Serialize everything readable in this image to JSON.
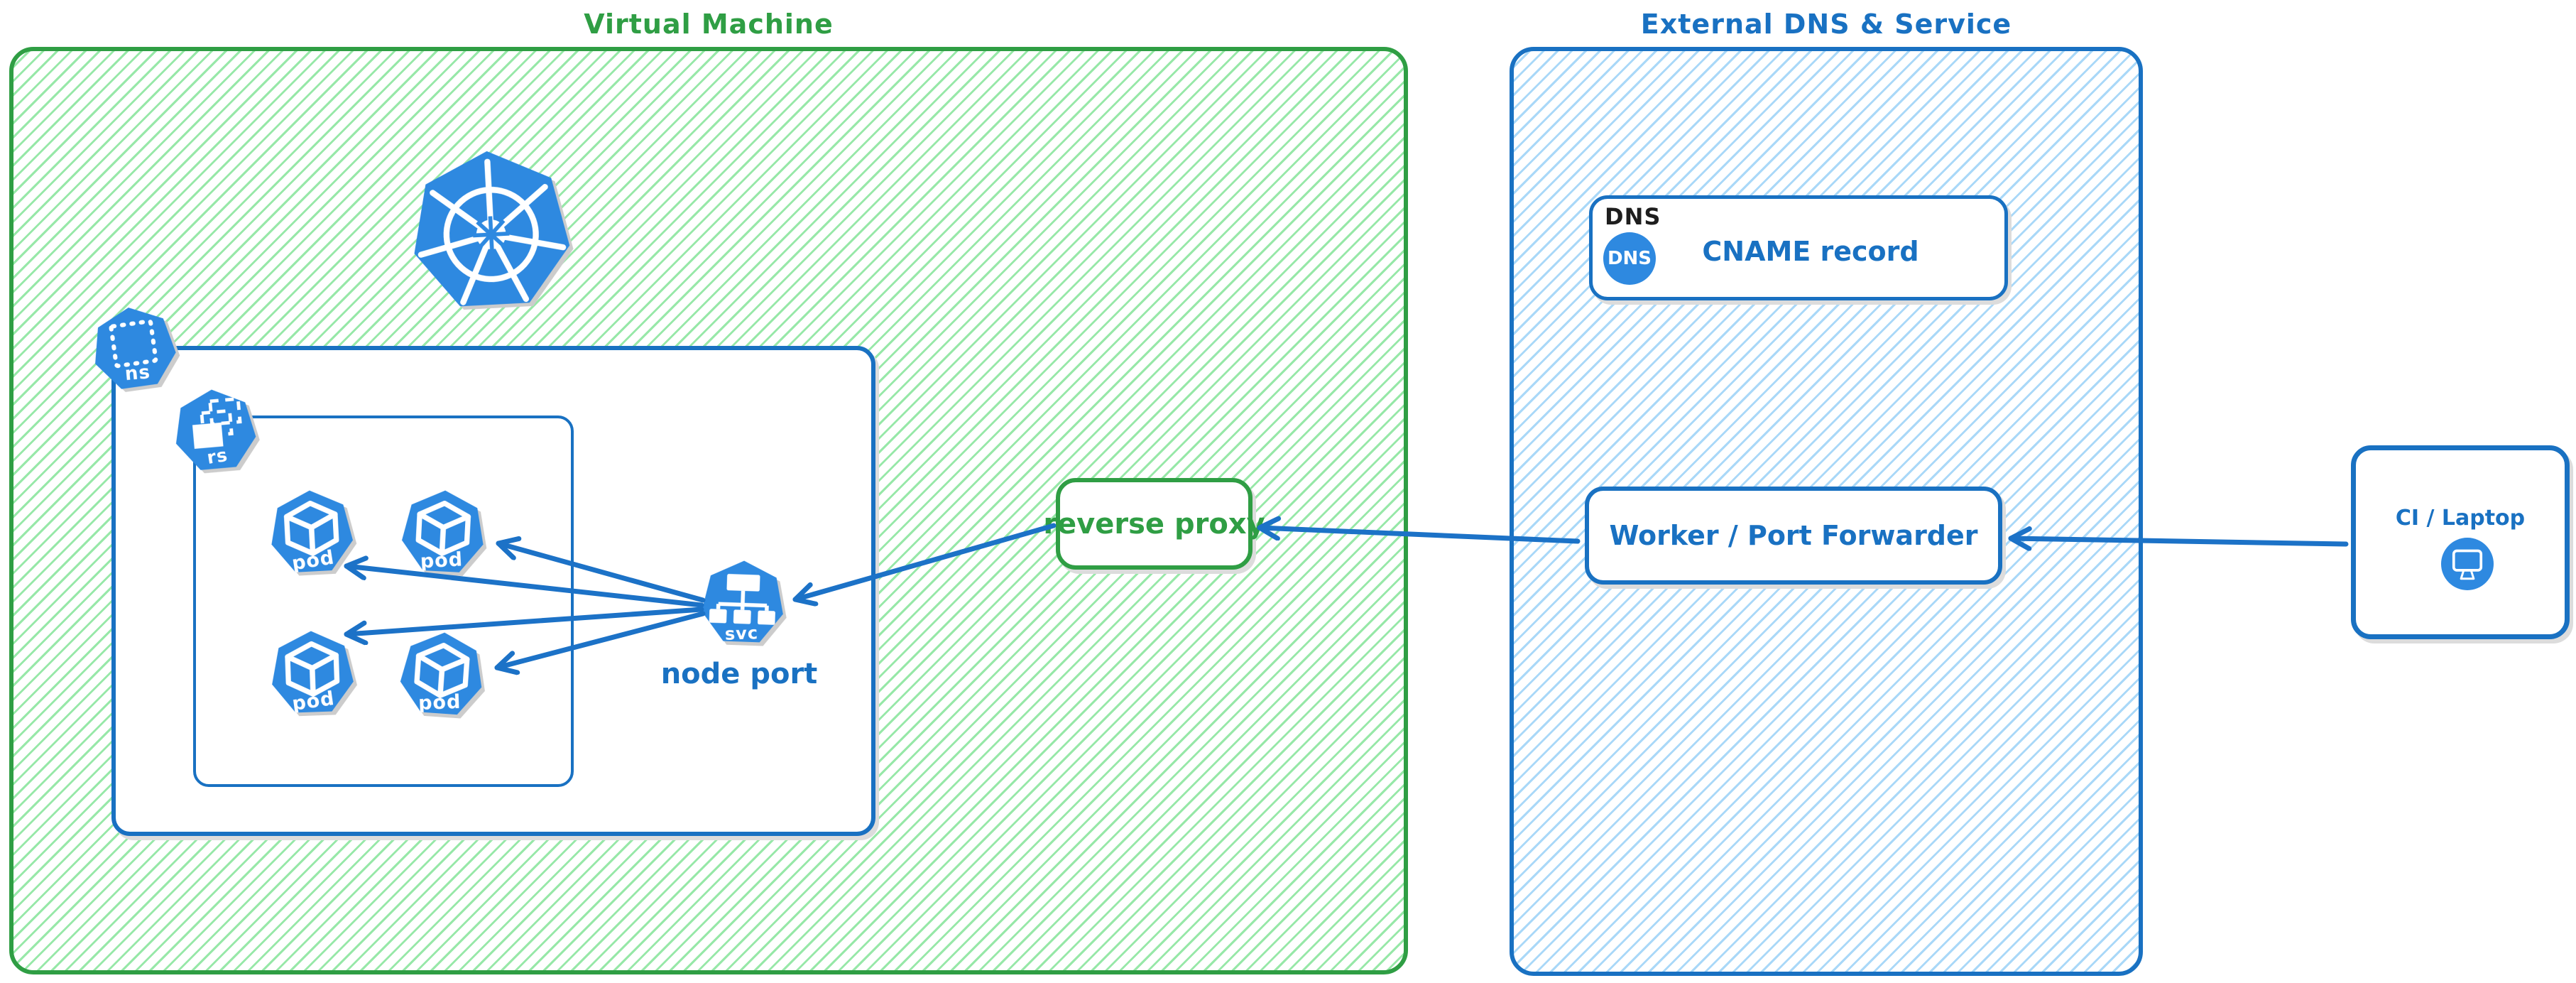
{
  "diagram": {
    "vm": {
      "title": "Virtual Machine",
      "namespace_icon_label": "ns",
      "replicaset_icon_label": "rs",
      "service_icon_label": "svc",
      "service_caption": "node port",
      "pods": [
        {
          "label": "pod"
        },
        {
          "label": "pod"
        },
        {
          "label": "pod"
        },
        {
          "label": "pod"
        }
      ],
      "reverse_proxy_label": "reverse proxy"
    },
    "external": {
      "title": "External DNS & Service",
      "dns_section_label": "DNS",
      "dns_badge_label": "DNS",
      "cname_label": "CNAME record",
      "worker_label": "Worker / Port Forwarder"
    },
    "client": {
      "label": "CI / Laptop"
    },
    "colors": {
      "green_stroke": "#2f9e44",
      "green_hatch": "#97e8a8",
      "blue_stroke": "#1971c2",
      "blue_hatch": "#a9d8f8",
      "icon_blue": "#2e89e0",
      "arrow_blue": "#1c72c7",
      "label_black": "#1e1e1e",
      "shadow_gray": "#cccccc"
    }
  }
}
